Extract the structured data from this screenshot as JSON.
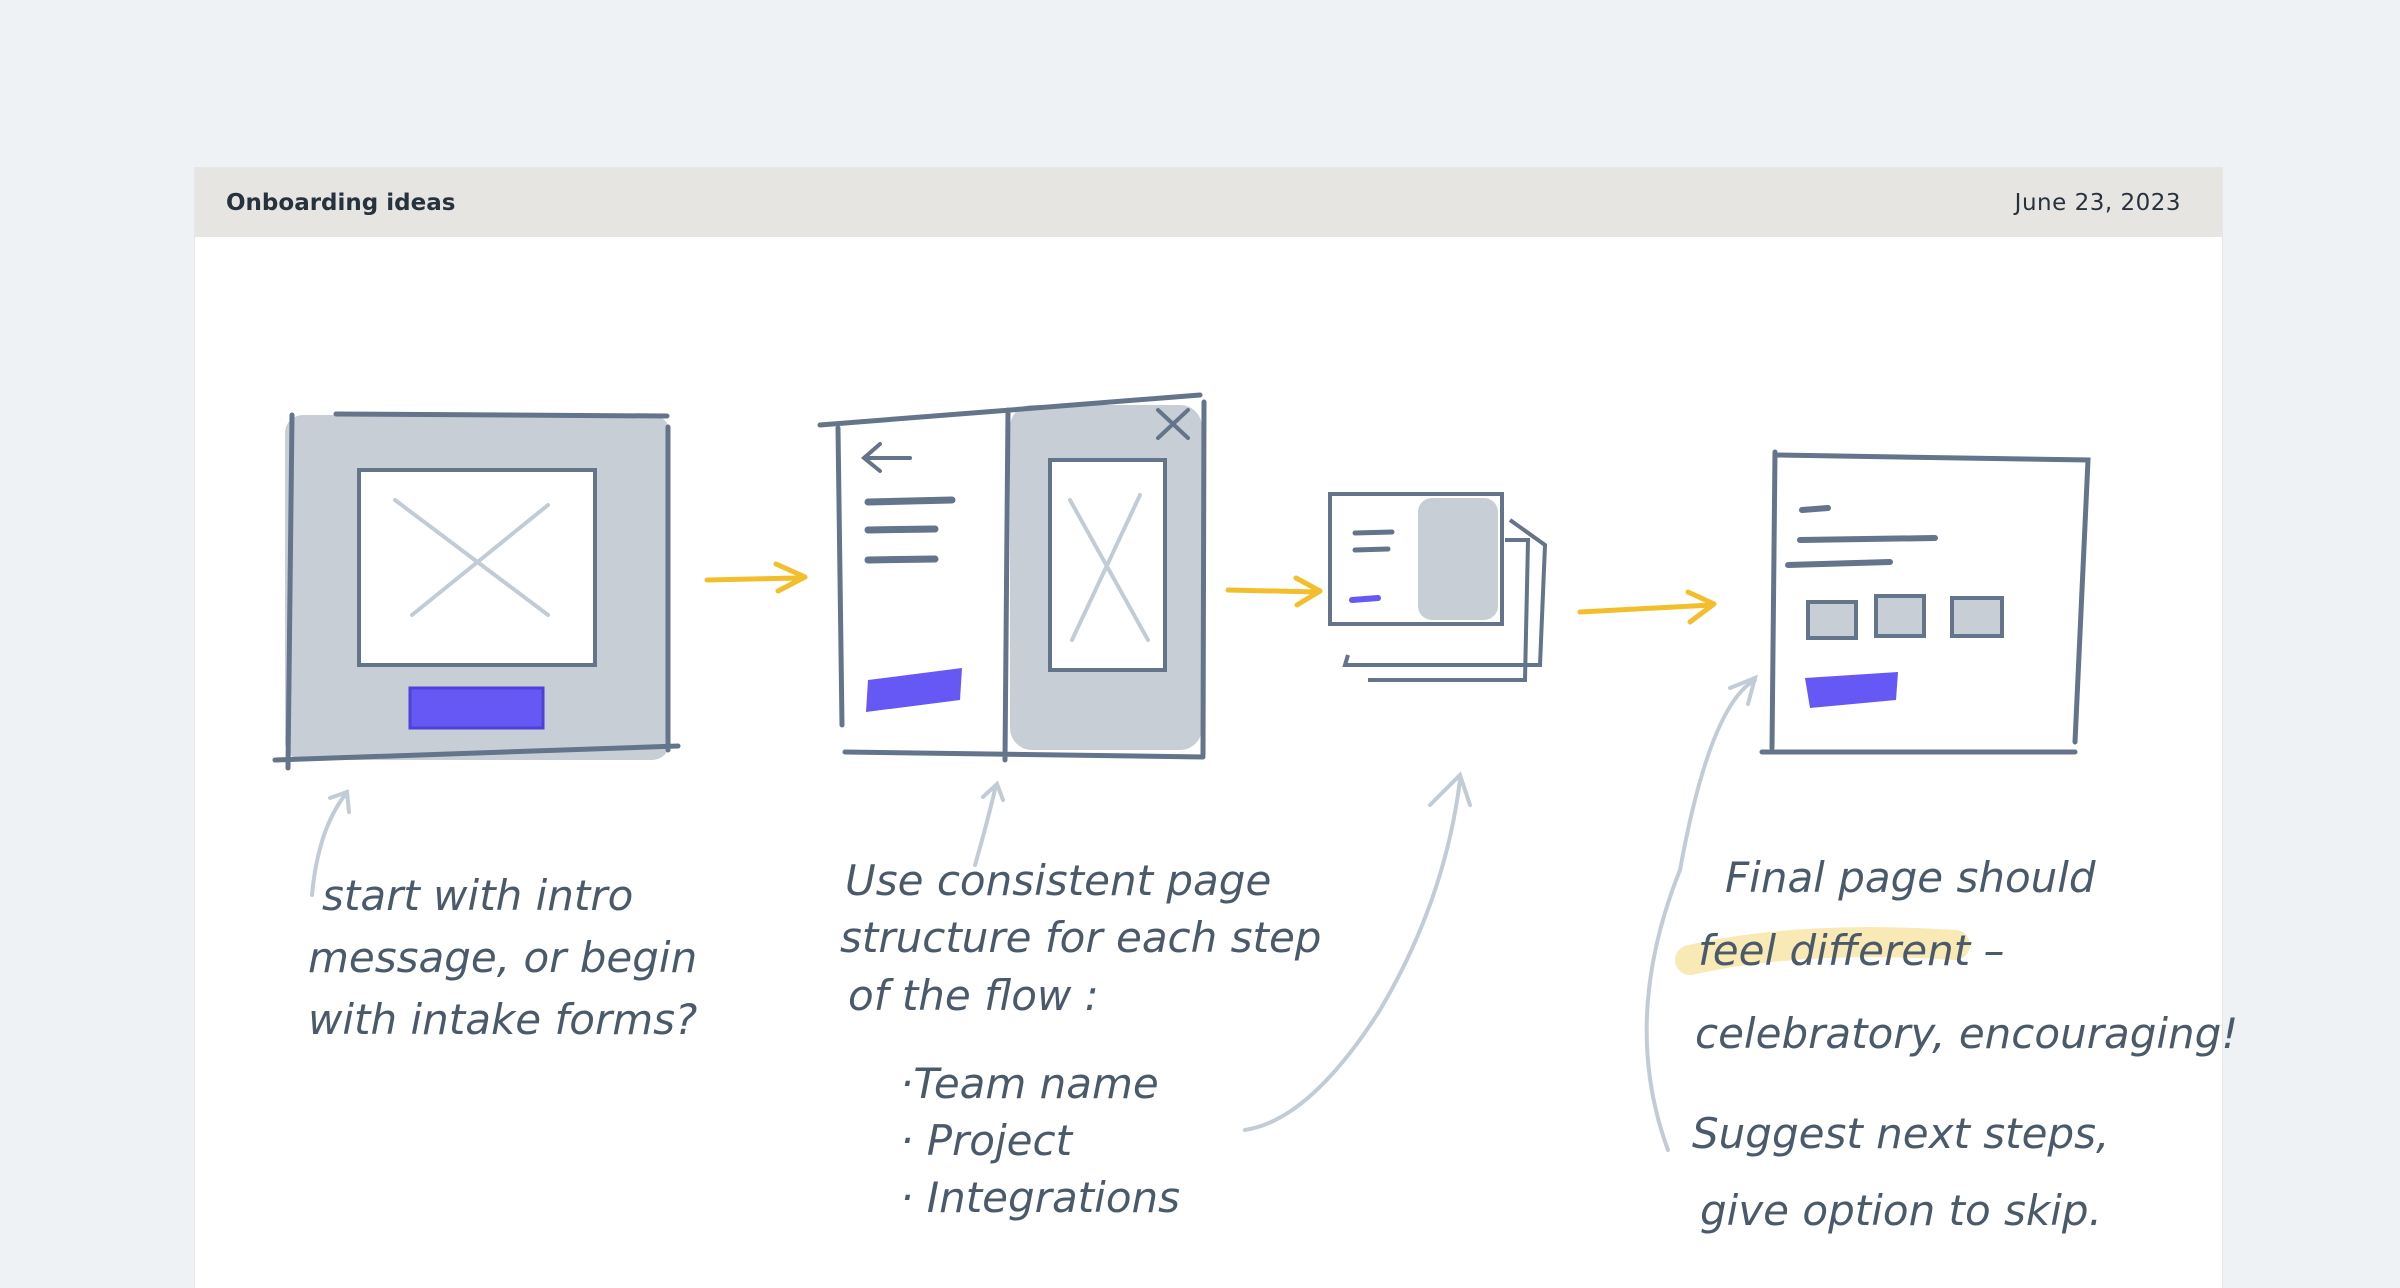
{
  "header": {
    "title": "Onboarding ideas",
    "date": "June 23, 2023"
  },
  "colors": {
    "ink": "#64748a",
    "fill": "#c8ced5",
    "accent": "#6558f5",
    "arrow": "#f2be2c",
    "highlight": "#f8e9b5",
    "pointer": "#c2ccd6"
  },
  "notes": {
    "note1": [
      "start with intro",
      "message, or begin",
      "with intake forms?"
    ],
    "note2": [
      "Use consistent page",
      "structure for each step",
      "of the flow :"
    ],
    "note2_list": [
      "·Team name",
      "· Project",
      "· Integrations"
    ],
    "note3": [
      "Final page should",
      "feel different –",
      "celebratory, encouraging!"
    ],
    "note4": [
      "Suggest next steps,",
      "give option to skip."
    ]
  }
}
